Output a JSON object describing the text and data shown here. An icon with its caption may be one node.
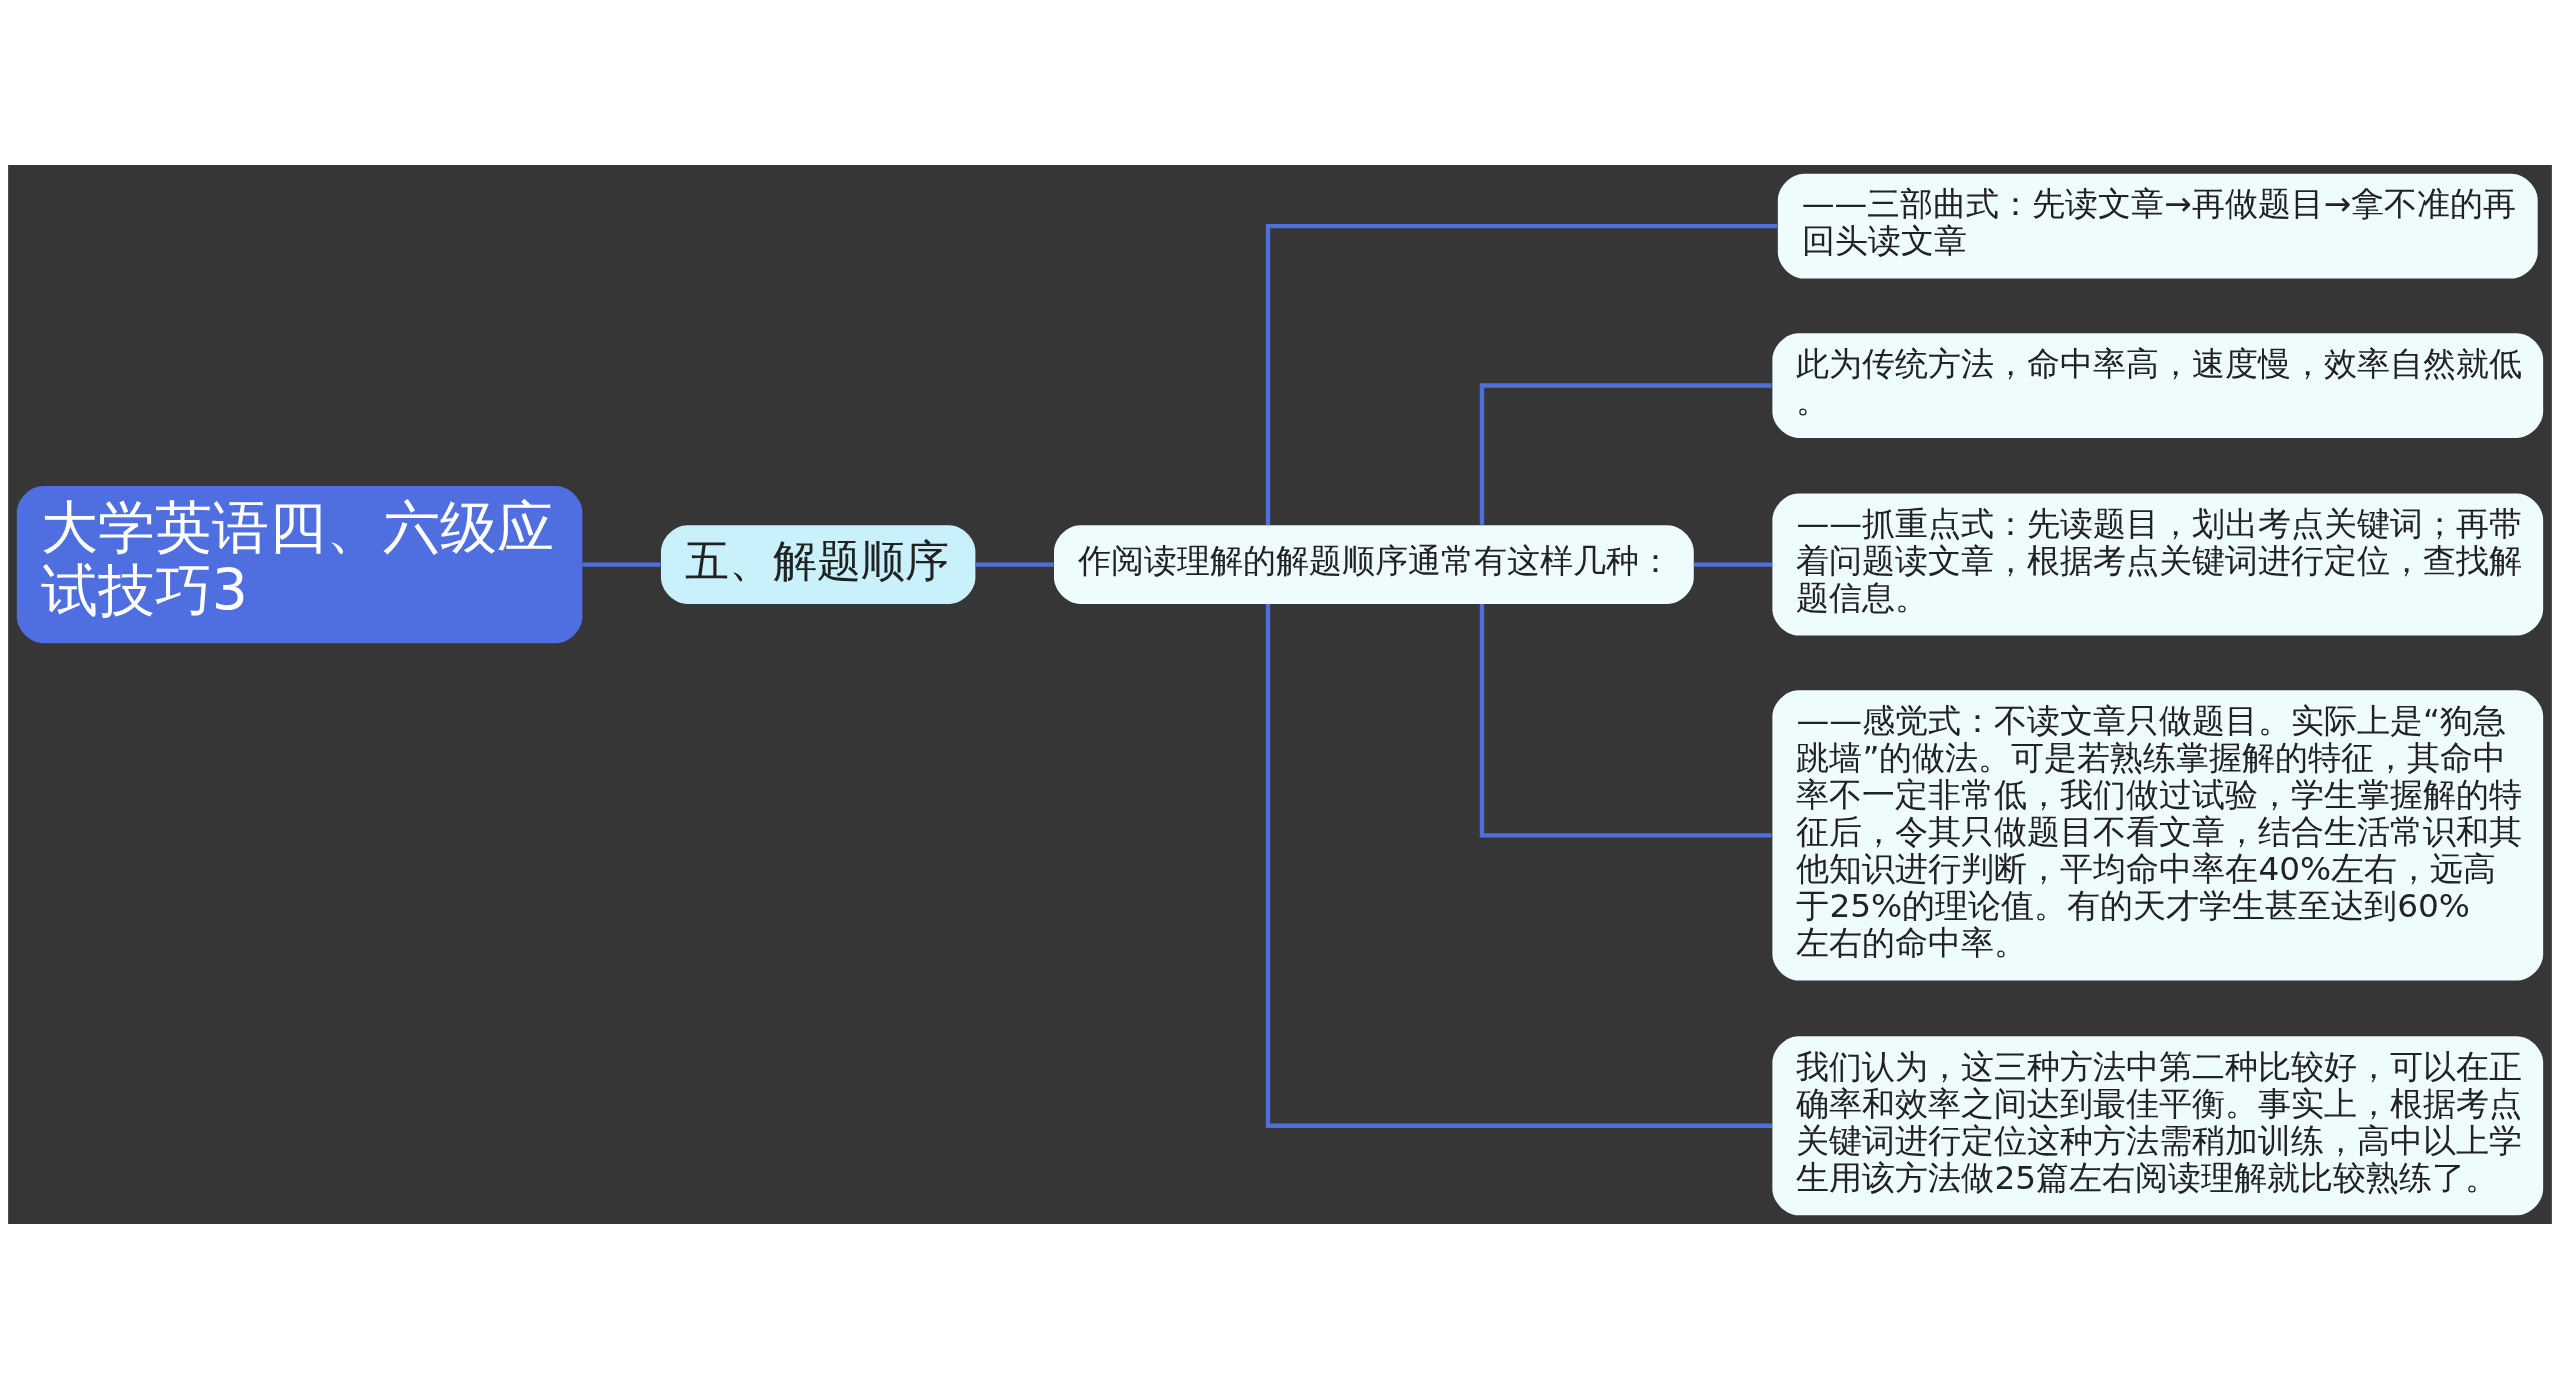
{
  "diagram": {
    "nodes": [
      {
        "text": [
          "大学英语四、六级应试技巧3"
        ]
      },
      {
        "text": [
          "五、解题顺序"
        ]
      },
      {
        "text": [
          "作阅读理解的解题顺序通常有这样几种："
        ]
      },
      {
        "text": [
          "——三部曲式：先读文章→再做题目→拿不准的再回头读文章"
        ]
      },
      {
        "text": [
          "此为传统方法，命中率高，速度慢，效率自然就低。"
        ]
      },
      {
        "text": [
          "——抓重点式：先读题目，划出考点关键词；再带着问题读文章，根据考点关键词进行定位，查找解题信息。"
        ]
      },
      {
        "text": [
          "——感觉式：不读文章只做题目。实际上是“狗急跳墙”的做法。可是若熟练掌握解的特征，其命中率不一定非常低，我们做过试验，学生掌握解的特征后，令其只做题目不看文章，结合生活常识和其他知识进行判断，平均命中率在40%左右，远高于25%的理论值。有的天才学生甚至达到60%左右的命中率。"
        ]
      },
      {
        "text": [
          "我们认为，这三种方法中第二种比较好，可以在正确率和效率之间达到最佳平衡。事实上，根据考点关键词进行定位这种方法需稍加训练，高中以上学生用该方法做25篇左右阅读理解就比较熟练了。"
        ]
      }
    ],
    "edges": [
      {
        "from": 0,
        "to": 1,
        "arrow": "none"
      },
      {
        "from": 1,
        "to": 2,
        "arrow": "none"
      },
      {
        "from": 2,
        "to": 3,
        "arrow": "none"
      },
      {
        "from": 2,
        "to": 4,
        "arrow": "none"
      },
      {
        "from": 2,
        "to": 5,
        "arrow": "none"
      },
      {
        "from": 2,
        "to": 6,
        "arrow": "none"
      },
      {
        "from": 2,
        "to": 7,
        "arrow": "none"
      }
    ]
  }
}
